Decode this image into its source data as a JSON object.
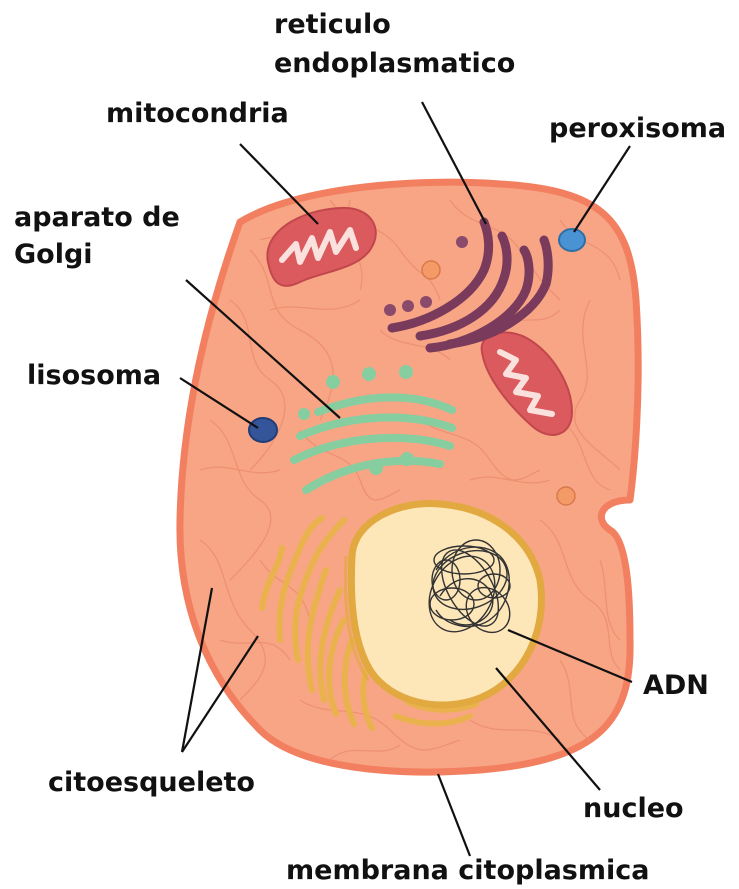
{
  "labels": {
    "reticulo_line1": "reticulo",
    "reticulo_line2": "endoplasmatico",
    "mitocondria": "mitocondria",
    "peroxisoma": "peroxisoma",
    "golgi_line1": "aparato de",
    "golgi_line2": "Golgi",
    "lisosoma": "lisosoma",
    "citoesqueleto": "citoesqueleto",
    "adn": "ADN",
    "nucleo": "nucleo",
    "membrana": "membrana citoplasmica"
  },
  "colors": {
    "cytoplasm": "#f8a585",
    "membrane": "#f27f5f",
    "cytoskeleton": "#ee8f72",
    "mitochondria": "#db5a5e",
    "mito_crista": "#fbe1de",
    "er_rough": "#7a3a5c",
    "golgi": "#86cea0",
    "lysosome": "#34559a",
    "peroxisome": "#4a93d2",
    "vesicle_orange": "#f49a66",
    "smooth_er": "#e9b24c",
    "nucleus": "#fde6b8",
    "nuclear_envelope": "#e1a940",
    "dna": "#333333"
  }
}
